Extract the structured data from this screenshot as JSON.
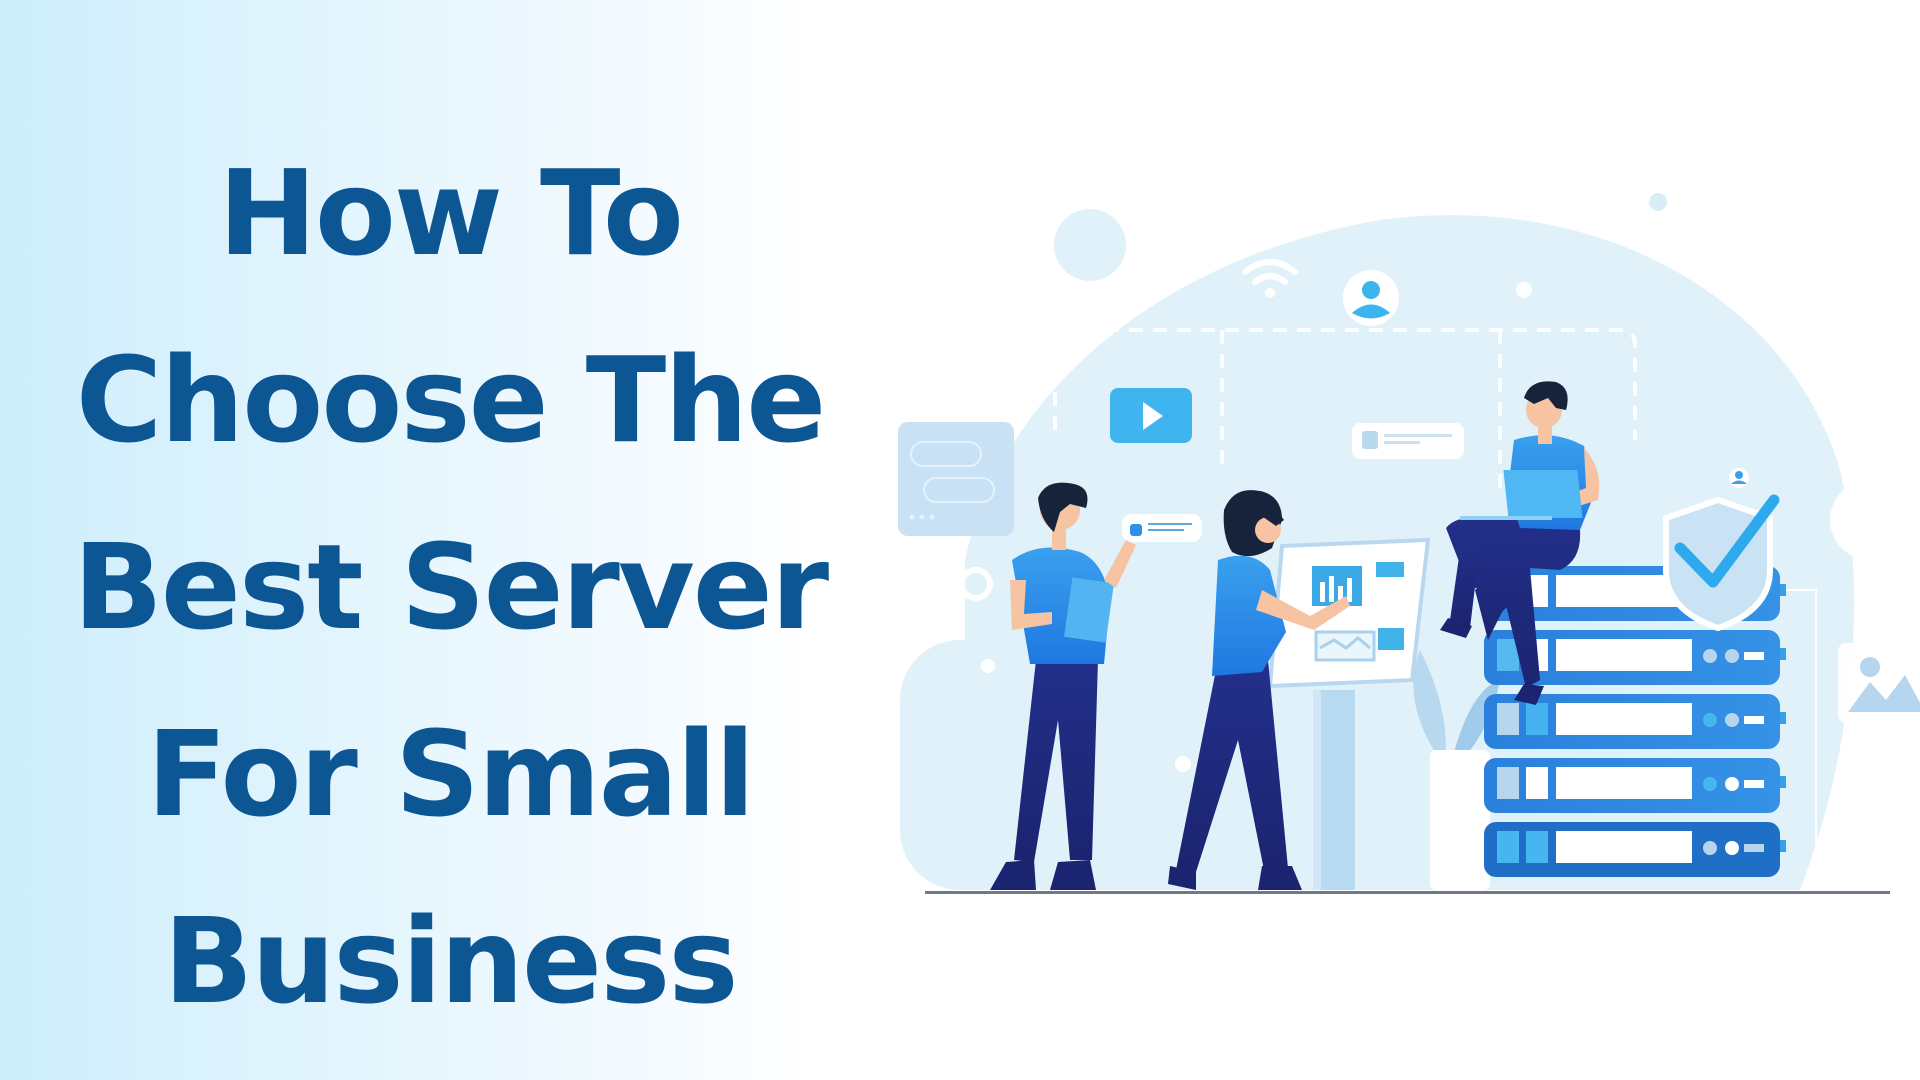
{
  "banner": {
    "title_lines": [
      "How To",
      "Choose The",
      "Best Server",
      "For Small",
      "Business"
    ],
    "title_color": "#0d5694",
    "background_gradient": [
      "#cdeefc",
      "#ffffff"
    ]
  },
  "illustration": {
    "description": "Three people working around a stack of five server units with a security shield checkmark",
    "elements": [
      "play-button-card",
      "wifi-icon",
      "user-avatar-icon",
      "chat-bubbles-card",
      "notification-card",
      "dashboard-kiosk",
      "server-rack-stack",
      "security-shield-check",
      "image-placeholder-card",
      "small-user-icon"
    ],
    "server_units": 5,
    "colors": {
      "shirt": "#2f8de4",
      "pants": "#1f2a78",
      "hair": "#17233b",
      "skin": "#f6c3a3",
      "server": "#2b84df",
      "server_dark": "#1f6fc7",
      "accent_cyan": "#3bb6ec",
      "bg_blob": "#e1f1fa"
    }
  }
}
